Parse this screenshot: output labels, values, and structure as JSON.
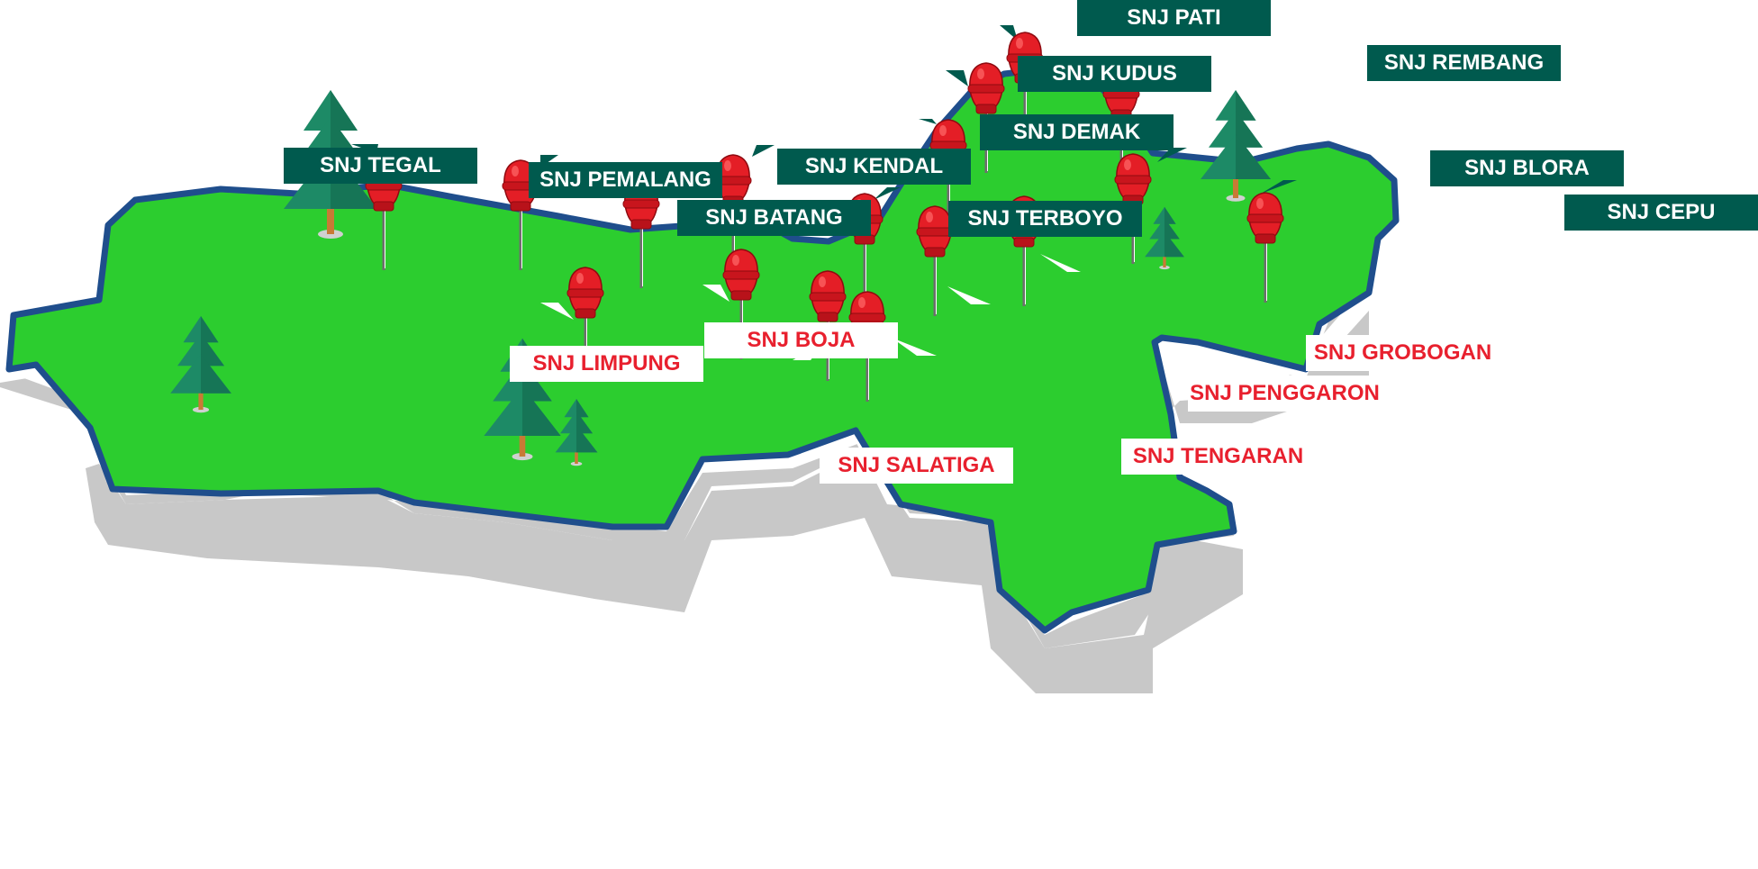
{
  "map": {
    "fill_color": "#2ccd2f",
    "border_color": "#1f4e8c",
    "shadow_color": "#c8c8c8",
    "tree_color": "#1d8a66",
    "pin_color": "#e41e26",
    "label_dark_bg": "#005a4e",
    "label_light_text": "#e8202e"
  },
  "locations": [
    {
      "id": "tegal",
      "label": "SNJ TEGAL",
      "style": "dark"
    },
    {
      "id": "pemalang",
      "label": "SNJ PEMALANG",
      "style": "dark"
    },
    {
      "id": "batang",
      "label": "SNJ BATANG",
      "style": "dark"
    },
    {
      "id": "kendal",
      "label": "SNJ KENDAL",
      "style": "dark"
    },
    {
      "id": "terboyo",
      "label": "SNJ TERBOYO",
      "style": "dark"
    },
    {
      "id": "demak",
      "label": "SNJ DEMAK",
      "style": "dark"
    },
    {
      "id": "kudus",
      "label": "SNJ KUDUS",
      "style": "dark"
    },
    {
      "id": "pati",
      "label": "SNJ PATI",
      "style": "dark"
    },
    {
      "id": "rembang",
      "label": "SNJ REMBANG",
      "style": "dark"
    },
    {
      "id": "blora",
      "label": "SNJ BLORA",
      "style": "dark"
    },
    {
      "id": "cepu",
      "label": "SNJ CEPU",
      "style": "dark"
    },
    {
      "id": "limpung",
      "label": "SNJ LIMPUNG",
      "style": "light"
    },
    {
      "id": "boja",
      "label": "SNJ BOJA",
      "style": "light"
    },
    {
      "id": "salatiga",
      "label": "SNJ SALATIGA",
      "style": "light"
    },
    {
      "id": "tengaran",
      "label": "SNJ TENGARAN",
      "style": "light"
    },
    {
      "id": "penggaron",
      "label": "SNJ PENGGARON",
      "style": "light"
    },
    {
      "id": "grobogan",
      "label": "SNJ GROBOGAN",
      "style": "light"
    }
  ]
}
